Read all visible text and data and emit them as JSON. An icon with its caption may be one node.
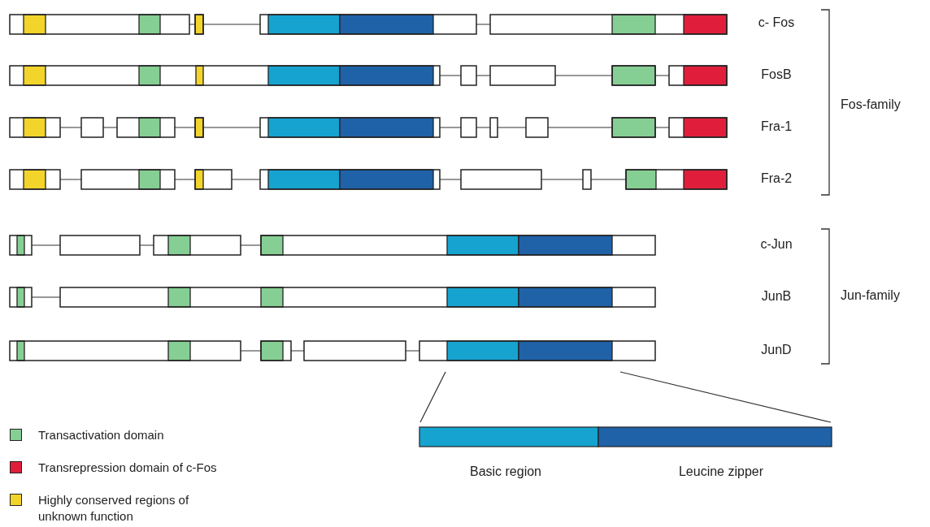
{
  "diagram": {
    "labels": [
      "c- Fos",
      "FosB",
      "Fra-1",
      "Fra-2",
      "c-Jun",
      "JunB",
      "JunD",
      "Fos-family",
      "Jun-family",
      "Basic region",
      "Leucine zipper"
    ],
    "legend": [
      {
        "text": "Transactivation domain",
        "color": "#86cf94"
      },
      {
        "text": "Transrepression domain of c-Fos",
        "color": "#e01e3c"
      },
      {
        "text": "Highly conserved regions of unknown function",
        "color": "#f3d42b"
      }
    ]
  }
}
